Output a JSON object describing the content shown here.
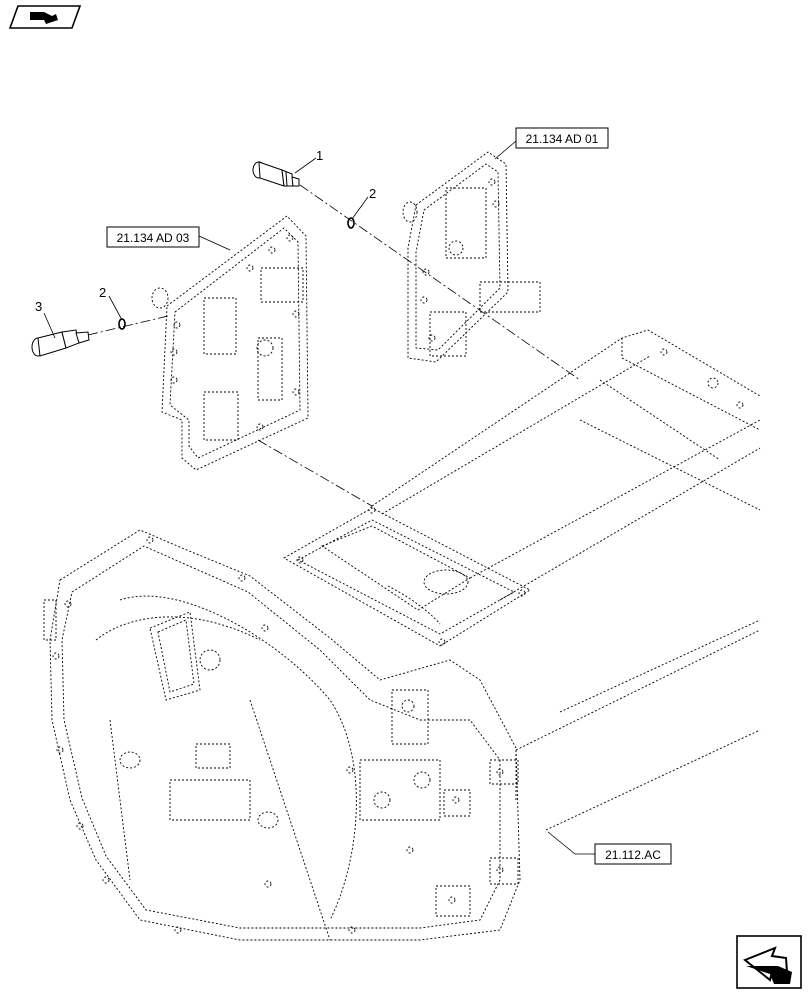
{
  "callouts": {
    "c1": "1",
    "c2a": "2",
    "c2b": "2",
    "c3": "3"
  },
  "references": {
    "r1": "21.134 AD 01",
    "r2": "21.134 AD 03",
    "r3": "21.112.AC"
  },
  "icons": {
    "top_left": "previous-page-icon",
    "bottom_right": "next-page-icon"
  }
}
